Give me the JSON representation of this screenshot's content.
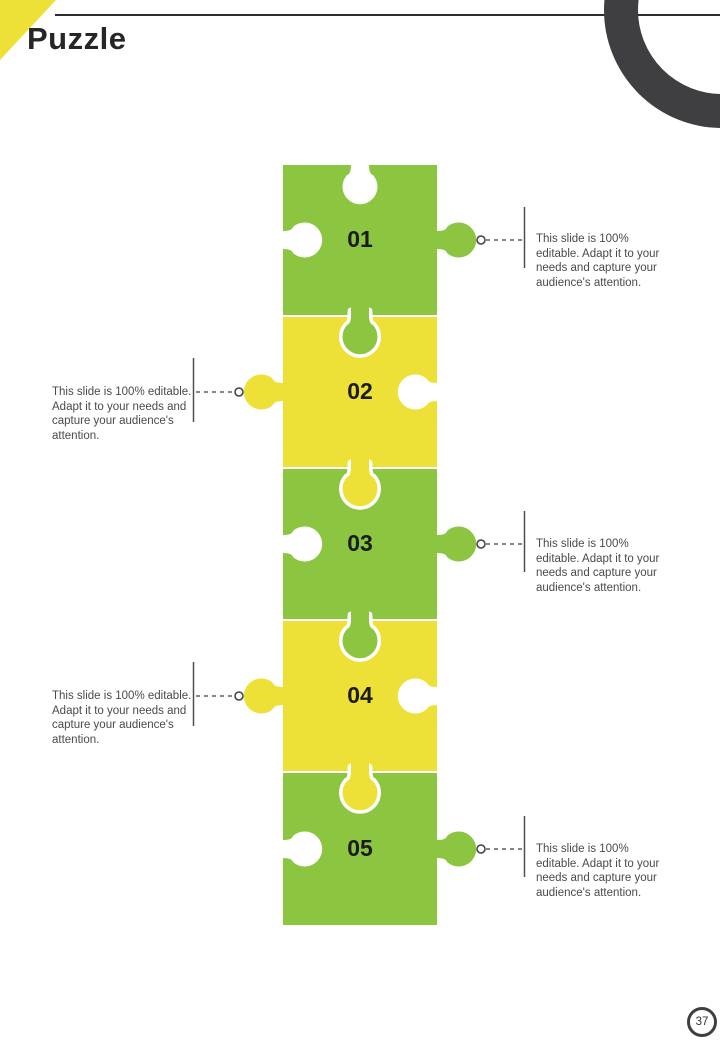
{
  "slide": {
    "title": "Puzzle",
    "page_number": "37"
  },
  "palette": {
    "green": "#8CC540",
    "yellow": "#EDE137",
    "charcoal": "#3F3F41",
    "text_gray": "#4A4A4A"
  },
  "items": [
    {
      "number": "01",
      "color": "green",
      "side": "right",
      "description": "This slide is 100% editable. Adapt it to your needs and capture your audience's attention."
    },
    {
      "number": "02",
      "color": "yellow",
      "side": "left",
      "description": "This slide is 100% editable. Adapt it to your needs and capture your audience's attention."
    },
    {
      "number": "03",
      "color": "green",
      "side": "right",
      "description": "This slide is 100% editable. Adapt it to your needs and capture your audience's attention."
    },
    {
      "number": "04",
      "color": "yellow",
      "side": "left",
      "description": "This slide is 100% editable. Adapt it to your needs and capture your audience's attention."
    },
    {
      "number": "05",
      "color": "green",
      "side": "right",
      "description": "This slide is 100% editable. Adapt it to your needs and capture your audience's attention."
    }
  ]
}
